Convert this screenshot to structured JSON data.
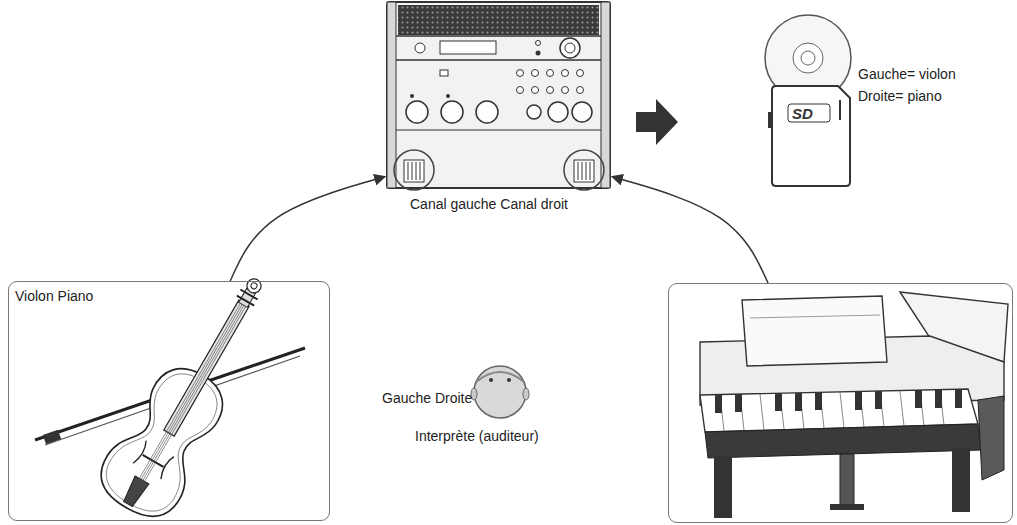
{
  "diagram": {
    "nodes": [
      {
        "text": [
          "Canal gauche Canal droit"
        ]
      },
      {
        "text": [
          "Violon Piano"
        ]
      },
      {
        "text": []
      }
    ],
    "edges": [
      {
        "from": 1,
        "to": 0,
        "arrow": "to"
      },
      {
        "from": 2,
        "to": 0,
        "arrow": "to"
      }
    ],
    "labels": [
      "SD",
      "Gauche= violon",
      "Droite= piano",
      "Gauche Droite",
      "Interprète (auditeur)"
    ]
  }
}
